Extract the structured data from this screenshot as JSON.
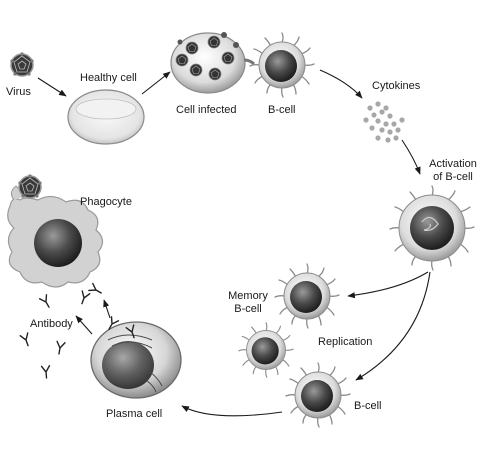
{
  "labels": {
    "virus": "Virus",
    "healthy_cell": "Healthy cell",
    "cell_infected": "Cell infected",
    "b_cell_top": "B-cell",
    "cytokines": "Cytokines",
    "activation_line1": "Activation",
    "activation_line2": "of B-cell",
    "phagocyte": "Phagocyte",
    "antibody": "Antibody",
    "memory_line1": "Memory",
    "memory_line2": "B-cell",
    "replication": "Replication",
    "b_cell_bottom": "B-cell",
    "plasma_cell": "Plasma cell"
  },
  "colors": {
    "arrow": "#1a1a1a",
    "cell_outline": "#9a9a9a",
    "nucleus_dark": "#3a3a3a",
    "virus_dark": "#2e2e2e",
    "cytokine_dots": "#a8a8a8",
    "background": "#ffffff"
  },
  "icons": [
    "virus-icon",
    "healthy-cell-icon",
    "infected-cell-icon",
    "b-cell-icon",
    "cytokine-cluster-icon",
    "activated-b-cell-icon",
    "phagocyte-icon",
    "antibody-icon",
    "memory-b-cell-icon",
    "plasma-cell-icon"
  ]
}
